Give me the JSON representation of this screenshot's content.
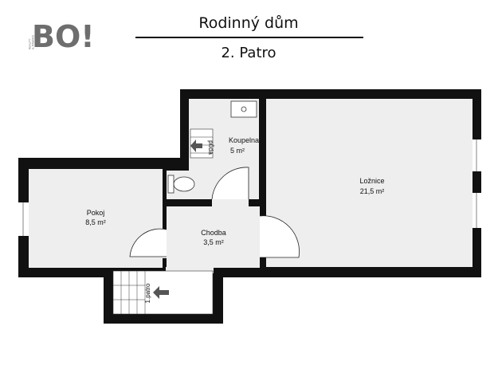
{
  "header": {
    "title": "Rodinný dům",
    "subtitle": "2. Patro"
  },
  "logo": {
    "mark": "BO!",
    "tagline_1": "REALITY",
    "tagline_2": "& FINANCE"
  },
  "rooms": {
    "koupelna": {
      "name": "Koupelna",
      "area": "5 m²"
    },
    "loznice": {
      "name": "Ložnice",
      "area": "21,5 m²"
    },
    "pokoj": {
      "name": "Pokoj",
      "area": "8,5 m²"
    },
    "chodba": {
      "name": "Chodba",
      "area": "3,5 m²"
    }
  },
  "labels": {
    "puda": "půda",
    "stairs": "1.patro"
  },
  "colors": {
    "wall": "#111111",
    "floor": "#eeeeee",
    "logo": "#6e6e6e"
  }
}
